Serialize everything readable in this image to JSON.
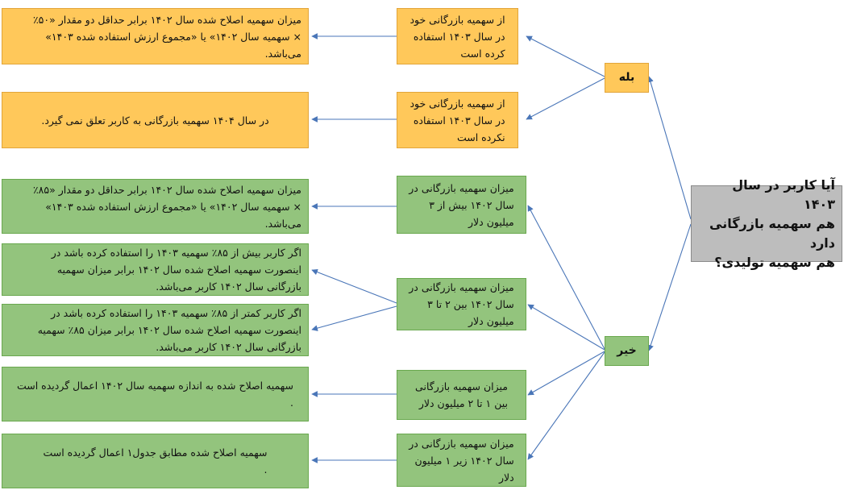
{
  "question": "آیا کاربر در سال ۱۴۰۳\nهم سهمیه بازرگانی دارد\nهم سهمیه تولیدی؟",
  "yes": "بله",
  "no": "خیر",
  "yes_conditions": [
    "از سهمیه بازرگانی خود\nدر سال ۱۴۰۳ استفاده\nکرده است",
    "از سهمیه بازرگانی خود\nدر سال ۱۴۰۳ استفاده\nنکرده است"
  ],
  "yes_results": [
    "میزان سهمیه اصلاح شده سال ۱۴۰۲ برابر حداقل دو مقدار «۵۰٪\n× سهمیه سال ۱۴۰۲» یا «مجموع ارزش استفاده شده ۱۴۰۳»\nمی‌باشد.",
    "در سال ۱۴۰۴ سهمیه بازرگانی به کاربر تعلق نمی گیرد."
  ],
  "no_conditions": [
    "میزان سهمیه بازرگانی در\nسال ۱۴۰۲ بیش از ۳\nمیلیون دلار",
    "میزان سهمیه بازرگانی در\nسال ۱۴۰۲ بین ۲ تا ۳\nمیلیون دلار",
    "میزان سهمیه بازرگانی\nبین ۱ تا ۲ میلیون دلار",
    "میزان سهمیه بازرگانی در\nسال ۱۴۰۲ زیر ۱ میلیون\nدلار"
  ],
  "no_results": [
    "میزان سهمیه اصلاح شده سال ۱۴۰۲ برابر حداقل دو مقدار «۸۵٪\n× سهمیه سال ۱۴۰۲» یا «مجموع ارزش استفاده شده ۱۴۰۳»\nمی‌باشد.",
    "اگر کاربر بیش از ۸۵٪ سهمیه ۱۴۰۳ را استفاده کرده باشد در\nاینصورت سهمیه اصلاح شده سال ۱۴۰۲ برابر میزان سهمیه\nبازرگانی سال ۱۴۰۲ کاربر می‌باشد.",
    "اگر کاربر کمتر از ۸۵٪ سهمیه ۱۴۰۳ را استفاده کرده باشد در\nاینصورت سهمیه اصلاح شده سال ۱۴۰۲ برابر میزان ۸۵٪ سهمیه\nبازرگانی سال ۱۴۰۲ کاربر می‌باشد.",
    "سهمیه اصلاح شده به اندازه سهمیه سال ۱۴۰۲ اعمال گردیده است\n.",
    "سهمیه اصلاح شده مطابق جدول۱ اعمال گردیده است\n."
  ],
  "colors": {
    "orange_fill": "#ffc85a",
    "green_fill": "#93c47d",
    "grey_fill": "#bdbdbd",
    "connector": "#4a76b8"
  }
}
